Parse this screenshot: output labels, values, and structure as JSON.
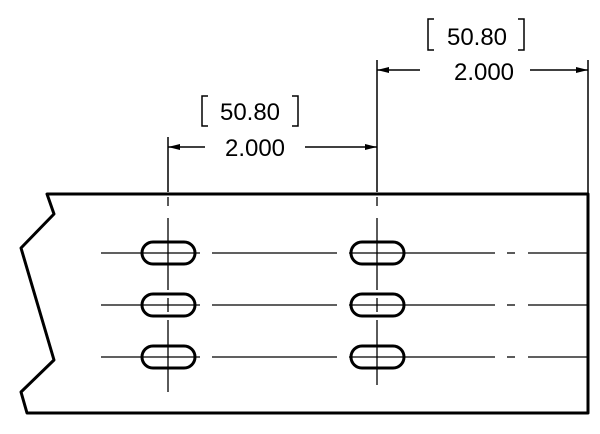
{
  "dimensions": [
    {
      "metric": "50.80",
      "imperial": "2.000"
    },
    {
      "metric": "50.80",
      "imperial": "2.000"
    }
  ],
  "colors": {
    "ink": "#000000",
    "background": "#ffffff"
  }
}
